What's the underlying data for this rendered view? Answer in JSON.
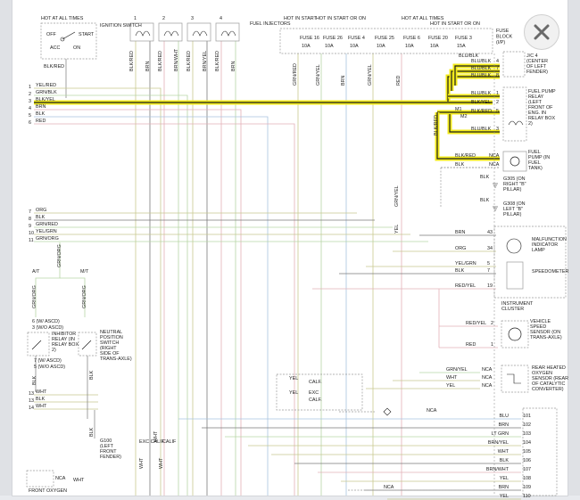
{
  "colors": {
    "highlight": "#f2ea1a",
    "wire": "#7a7a7a",
    "wire_light": "#c9c98f",
    "wire_green": "#b7d6a6",
    "wire_pink": "#e3b0b8",
    "wire_blue": "#a9c4e0",
    "ink": "#1d1d1d",
    "dash": "#9a9a9a"
  },
  "header": {
    "hot_all_times_1": "HOT AT ALL TIMES",
    "hot_in_start": "HOT IN START",
    "hot_start_or_on": "HOT IN START OR ON",
    "hot_all_times_2": "HOT AT ALL TIMES",
    "hot_start_or_on_2": "HOT IN START OR ON",
    "ignition_switch": "IGNITION SWITCH",
    "fuel_injectors": "FUEL INJECTORS",
    "fuse_block": "FUSE BLOCK (I/P)",
    "off": "OFF",
    "start": "START",
    "acc": "ACC",
    "on": "ON",
    "blk_red": "BLK/RED",
    "injectors": [
      "1",
      "2",
      "3",
      "4"
    ],
    "injector_wires": [
      "BLK/RED",
      "BRN",
      "BLK/RED",
      "BRN/WHT",
      "BLK/RED",
      "BRN/YEL",
      "BLK/RED",
      "BRN"
    ],
    "fuses": [
      {
        "name": "FUSE 16",
        "amps": "10A",
        "wire": "GRN/RED"
      },
      {
        "name": "FUSE 26",
        "amps": "10A",
        "wire": "GRN/YEL"
      },
      {
        "name": "FUSE 4",
        "amps": "10A",
        "wire": "BRN"
      },
      {
        "name": "FUSE 25",
        "amps": "10A",
        "wire": "GRN/YEL"
      },
      {
        "name": "FUSE 6",
        "amps": "10A",
        "wire": "RED"
      },
      {
        "name": "FUSE 20",
        "amps": "10A",
        "wire": ""
      },
      {
        "name": "FUSE 3",
        "amps": "15A",
        "wire": ""
      }
    ]
  },
  "left_terminals": [
    {
      "num": "1",
      "wire": "YEL/RED"
    },
    {
      "num": "2",
      "wire": "GRN/BLK"
    },
    {
      "num": "3",
      "wire": "BLK/YEL"
    },
    {
      "num": "4",
      "wire": "BRN"
    },
    {
      "num": "5",
      "wire": "BLK"
    },
    {
      "num": "6",
      "wire": "RED"
    }
  ],
  "left_terminals_2": [
    {
      "num": "7",
      "wire": "ORG"
    },
    {
      "num": "8",
      "wire": "BLK"
    },
    {
      "num": "9",
      "wire": "GRN/RED"
    },
    {
      "num": "10",
      "wire": "YEL/GRN"
    },
    {
      "num": "11",
      "wire": "GRN/ORG"
    }
  ],
  "left_terminals_3": [
    {
      "num": "13",
      "wire": "WHT"
    },
    {
      "num": "13",
      "wire": "BLK"
    },
    {
      "num": "14",
      "wire": "WHT"
    }
  ],
  "transmission": {
    "at": "A/T",
    "mt": "M/T",
    "grn_org": "GRN/ORG",
    "w_ascd_6": "6 (W/ ASCD)",
    "wo_ascd_3": "3 (W/O ASCD)",
    "inhibitor": "INHIBITOR RELAY (IN RELAY BOX 2)",
    "w_ascd_7": "7 (W/ ASCD)",
    "wo_ascd_5": "5 (W/O ASCD)",
    "neutral": "NEUTRAL POSITION SWITCH (RIGHT SIDE OF TRANS-AXLE)",
    "blk": "BLK",
    "g100": "G100 (LEFT FRONT FENDER)",
    "exc_calif": "EXC CALIF",
    "calif": "CALIF",
    "front_oxygen": "FRONT OXYGEN",
    "nca": "NCA",
    "wht": "WHT"
  },
  "right_components": {
    "jc4": "J/C 4 (CENTER OF LEFT FENDER)",
    "fuel_pump_relay": "FUEL PUMP RELAY (LEFT FRONT OF ENG. IN RELAY BOX 2)",
    "fuel_pump": "FUEL PUMP (IN FUEL TANK)",
    "g305": "G305 (ON RIGHT \"B\" PILLAR)",
    "g308": "G308 (ON LEFT \"B\" PILLAR)",
    "mil": "MALFUNCTION INDICATOR LAMP",
    "speedometer": "SPEEDOMETER",
    "instrument_cluster": "INSTRUMENT CLUSTER",
    "vss": "VEHICLE SPEED SENSOR (ON TRANS-AXLE)",
    "rear_o2": "REAR HEATED OXYGEN SENSOR (REAR OF CATALYTIC CONVERTER)",
    "m1": "M1",
    "m2": "M2"
  },
  "right_wires": {
    "jc4_top": "BLU/BLK",
    "jc4": [
      {
        "wire": "BLU/BLK",
        "pin": "4"
      },
      {
        "wire": "BLU/BLK",
        "pin": "7"
      },
      {
        "wire": "BLU/BLK",
        "pin": "8"
      }
    ],
    "relay": [
      {
        "wire": "BLU/BLK",
        "pin": "1"
      },
      {
        "wire": "BLK/YEL",
        "pin": "2"
      },
      {
        "wire": "BLK/RED",
        "pin": "5"
      },
      {
        "wire": "BLU/BLK",
        "pin": "3"
      }
    ],
    "relay_drop": "BLK/RED",
    "pump": [
      {
        "wire": "BLK/RED",
        "pin": "NCA"
      },
      {
        "wire": "BLK",
        "pin": "NCA"
      }
    ],
    "grounds": [
      "BLK",
      "BLK"
    ],
    "gyel": "GRN/YEL",
    "yel": "YEL",
    "mil_rows": [
      {
        "wire": "BRN",
        "pin": "43"
      },
      {
        "wire": "ORG",
        "pin": "34"
      },
      {
        "wire": "YEL/GRN",
        "pin": "5"
      },
      {
        "wire": "BLK",
        "pin": "7"
      },
      {
        "wire": "RED/YEL",
        "pin": "19"
      }
    ],
    "vss_rows": [
      {
        "wire": "RED/YEL",
        "pin": "2"
      },
      {
        "wire": "RED",
        "pin": "1"
      }
    ],
    "o2_rows": [
      {
        "wire": "GRN/YEL",
        "pin": "NCA"
      },
      {
        "wire": "WHT",
        "pin": "NCA"
      },
      {
        "wire": "YEL",
        "pin": "NCA"
      }
    ],
    "mid_labels": {
      "yel": "YEL",
      "calf": "CALF.",
      "exc": "EXC",
      "calf2": "CALF.",
      "nca": "NCA"
    },
    "bottom_rows": [
      {
        "wire": "BLU",
        "pin": "101"
      },
      {
        "wire": "BRN",
        "pin": "102"
      },
      {
        "wire": "LT GRN",
        "pin": "103"
      },
      {
        "wire": "BRN/YEL",
        "pin": "104"
      },
      {
        "wire": "WHT",
        "pin": "105"
      },
      {
        "wire": "BLK",
        "pin": "106"
      },
      {
        "wire": "BRN/WHT",
        "pin": "107"
      },
      {
        "wire": "YEL",
        "pin": "108"
      },
      {
        "wire": "BRN",
        "pin": "109"
      },
      {
        "wire": "YEL",
        "pin": "110"
      }
    ],
    "bottom_nca": "NCA"
  }
}
